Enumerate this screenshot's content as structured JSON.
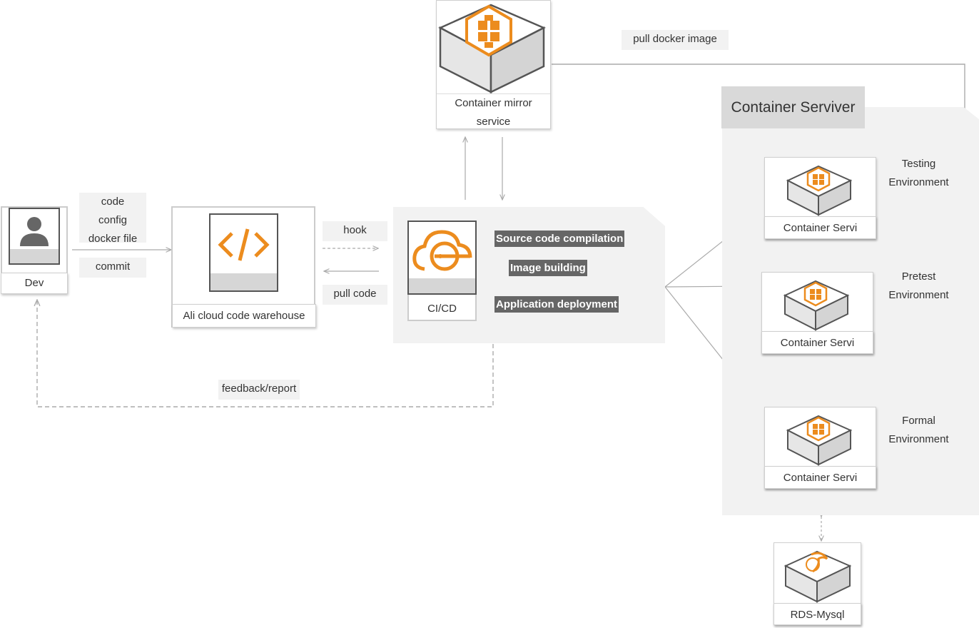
{
  "dev": {
    "label": "Dev"
  },
  "commit_note": {
    "lines": [
      "code",
      "config",
      "docker file"
    ],
    "action": "commit"
  },
  "code_warehouse": {
    "label": "Ali cloud code warehouse"
  },
  "hook_label": "hook",
  "pull_code_label": "pull code",
  "cicd": {
    "label": "CI/CD",
    "steps": [
      "Source code compilation",
      "Image building",
      "Application deployment"
    ]
  },
  "mirror": {
    "line1": "Container mirror",
    "line2": "service"
  },
  "pull_docker_image": "pull docker image",
  "feedback": "feedback/report",
  "server_group": {
    "title": "Container Serviver",
    "servers": [
      {
        "label": "Container Servi",
        "env_line1": "Testing",
        "env_line2": "Environment"
      },
      {
        "label": "Container Servi",
        "env_line1": "Pretest",
        "env_line2": "Environment"
      },
      {
        "label": "Container Servi",
        "env_line1": "Formal",
        "env_line2": "Environment"
      }
    ]
  },
  "rds": {
    "label": "RDS-Mysql"
  },
  "colors": {
    "accent": "#ec8c1e",
    "panel": "#f2f2f2",
    "dark_label": "#666666",
    "line": "#aaaaaa"
  }
}
